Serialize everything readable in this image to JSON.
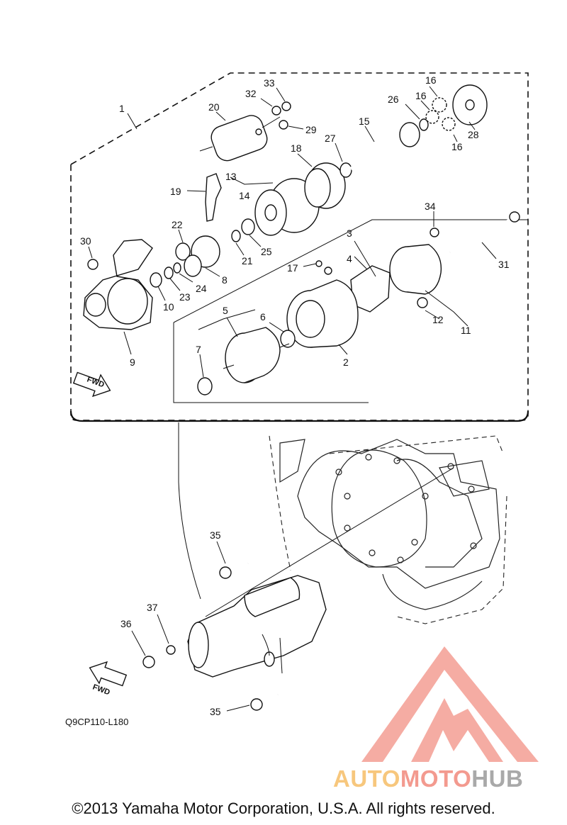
{
  "diagram": {
    "fwd_label": "FWD",
    "drawing_code": "Q9CP110-L180",
    "part_numbers": [
      "1",
      "2",
      "3",
      "4",
      "5",
      "6",
      "7",
      "8",
      "9",
      "10",
      "11",
      "12",
      "13",
      "14",
      "15",
      "16",
      "17",
      "18",
      "19",
      "20",
      "21",
      "22",
      "23",
      "24",
      "25",
      "26",
      "27",
      "28",
      "29",
      "30",
      "31",
      "32",
      "33",
      "34",
      "35",
      "36",
      "37"
    ]
  },
  "watermark": {
    "segments": [
      "AUTO",
      "MOTO",
      "HUB"
    ],
    "colors": [
      "#f7c77d",
      "#f39a8f",
      "#a9a9a9"
    ],
    "logo_color": "#f39a8f"
  },
  "copyright": "©2013 Yamaha Motor Corporation, U.S.A. All rights reserved."
}
